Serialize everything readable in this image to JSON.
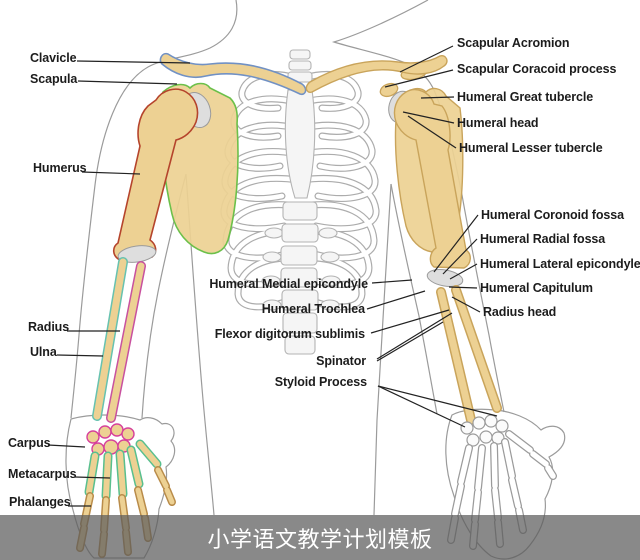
{
  "labels": {
    "left": [
      "Clavicle",
      "Scapula",
      "Humerus",
      "Radius",
      "Ulna",
      "Carpus",
      "Metacarpus",
      "Phalanges"
    ],
    "right": [
      "Scapular Acromion",
      "Scapular Coracoid process",
      "Humeral Great tubercle",
      "Humeral head",
      "Humeral Lesser tubercle",
      "Humeral Coronoid fossa",
      "Humeral Radial fossa",
      "Humeral Lateral epicondyle",
      "Humeral Capitulum",
      "Radius head"
    ],
    "middle": [
      "Humeral Medial epicondyle",
      "Humeral Trochlea",
      "Flexor digitorum sublimis",
      "Spinator",
      "Styloid Process"
    ]
  },
  "caption": {
    "text": "小学语文教学计划模板"
  },
  "colors": {
    "bone_fill": "#edd193",
    "bone_outline_brown": "#c9a45b",
    "humerus_outline_red": "#b5442c",
    "scapula_outline_green": "#6cc04a",
    "clavicle_outline_blue": "#7191c4",
    "radius_outline_magenta": "#c8519f",
    "ulna_outline_teal": "#66c2b0",
    "carpus_outline_pink": "#d6409b",
    "metacarpus_outline_green": "#59bf8e",
    "label_text": "#1c1c1c",
    "caption_bar": "rgba(92,92,92,0.72)",
    "caption_text": "#ffffff"
  }
}
